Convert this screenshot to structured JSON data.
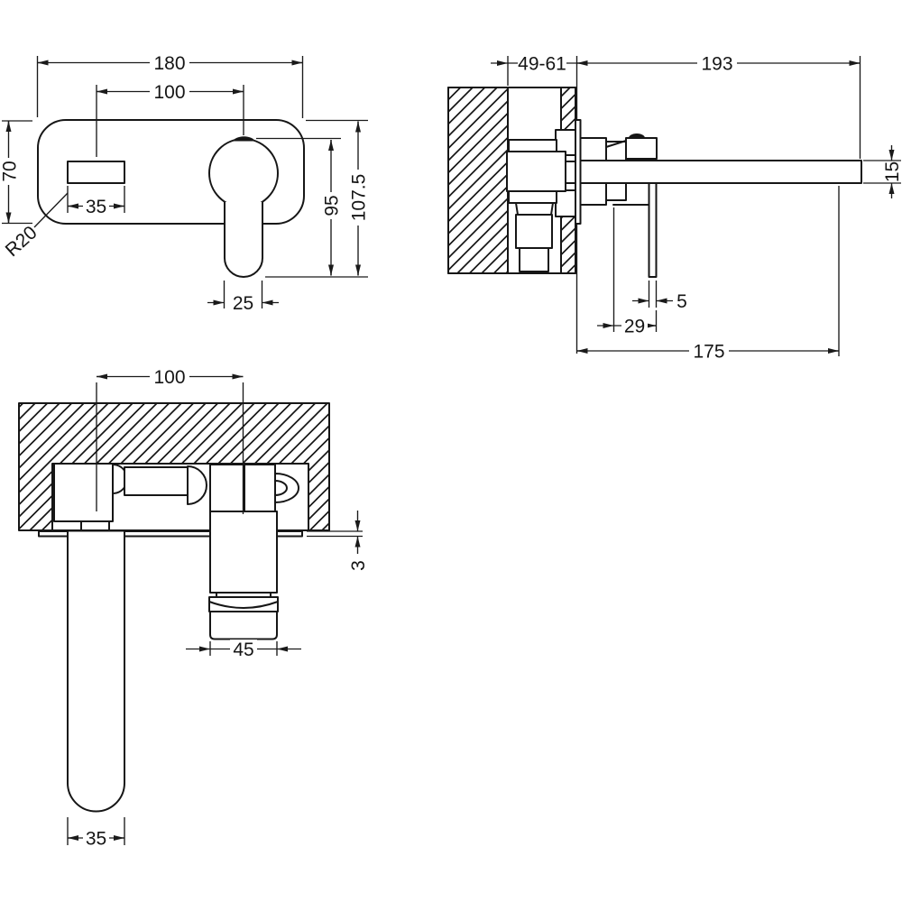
{
  "drawing": {
    "type": "technical-orthographic-drawing",
    "subject": "wall-mounted basin mixer tap",
    "colors": {
      "line": "#161616",
      "background": "#ffffff"
    },
    "front_view": {
      "dims": {
        "overall_width": "180",
        "hole_centres": "100",
        "plate_height": "70",
        "slot_width": "35",
        "corner_radius": "R20",
        "lever_width": "25",
        "handle_height": "95",
        "overall_height": "107.5"
      }
    },
    "side_view": {
      "dims": {
        "wall_depth_range": "49-61",
        "spout_length": "193",
        "spout_height": "15",
        "lever_thickness": "5",
        "handle_offset": "29",
        "spout_reach": "175"
      }
    },
    "bottom_view": {
      "dims": {
        "hole_centres": "100",
        "plate_thickness": "3",
        "handle_diameter": "45",
        "spout_width": "35"
      }
    }
  }
}
